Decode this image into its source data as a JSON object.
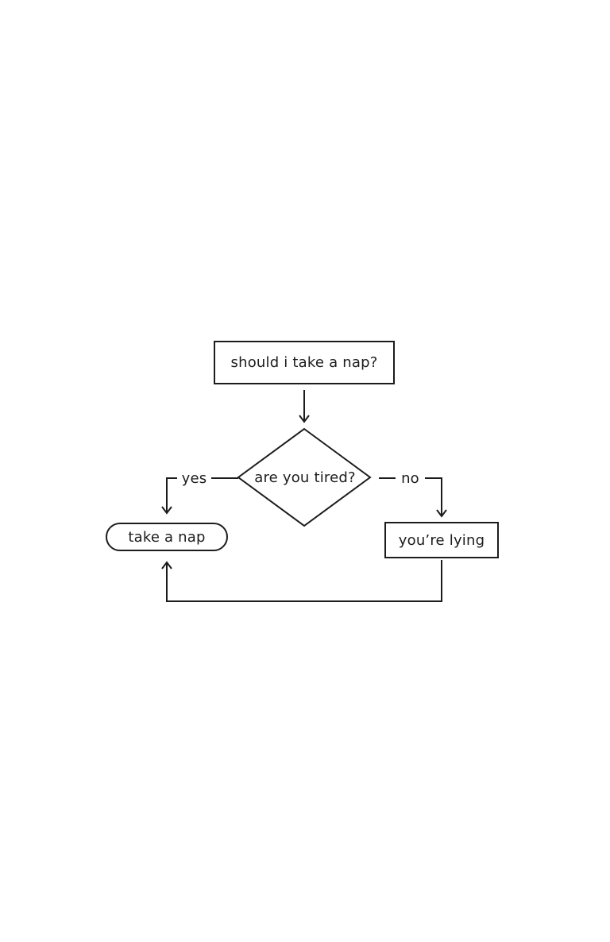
{
  "canvas": {
    "background_color": "#ffffff",
    "ink_color": "#1c1c1c"
  },
  "flowchart": {
    "nodes": {
      "start": {
        "label": "should i take a nap?",
        "shape": "rectangle"
      },
      "decision": {
        "label": "are you tired?",
        "shape": "diamond"
      },
      "nap": {
        "label": "take a nap",
        "shape": "rounded-rectangle"
      },
      "lying": {
        "label": "you’re lying",
        "shape": "rectangle"
      }
    },
    "edges": {
      "yes": {
        "label": "yes"
      },
      "no": {
        "label": "no"
      }
    }
  }
}
